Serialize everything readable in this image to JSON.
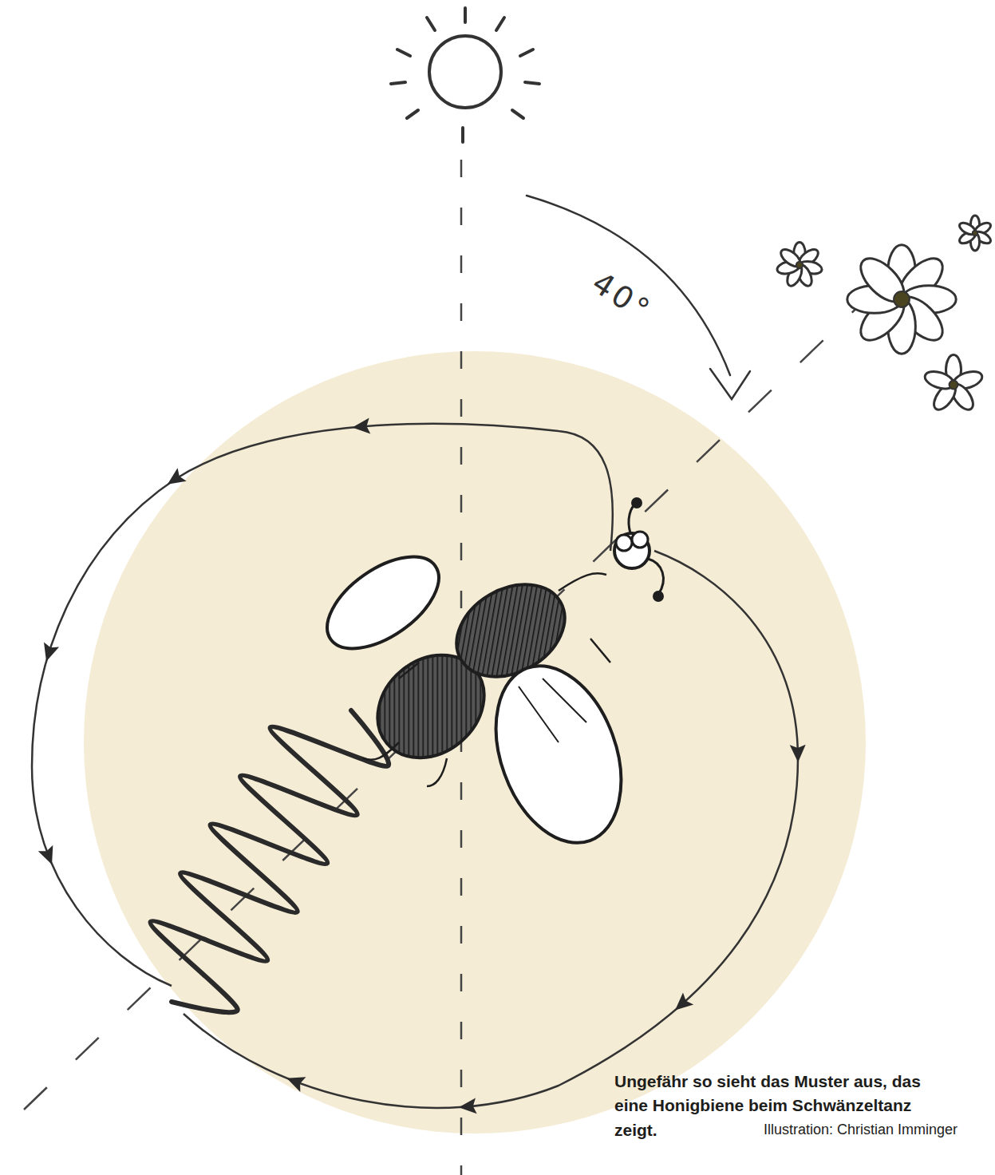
{
  "diagram": {
    "caption": "Ungefähr so sieht das Muster aus, das eine Honigbiene beim Schwänzeltanz zeigt.",
    "labels": [
      "40°",
      "Illustration: Christian Imminger"
    ]
  }
}
